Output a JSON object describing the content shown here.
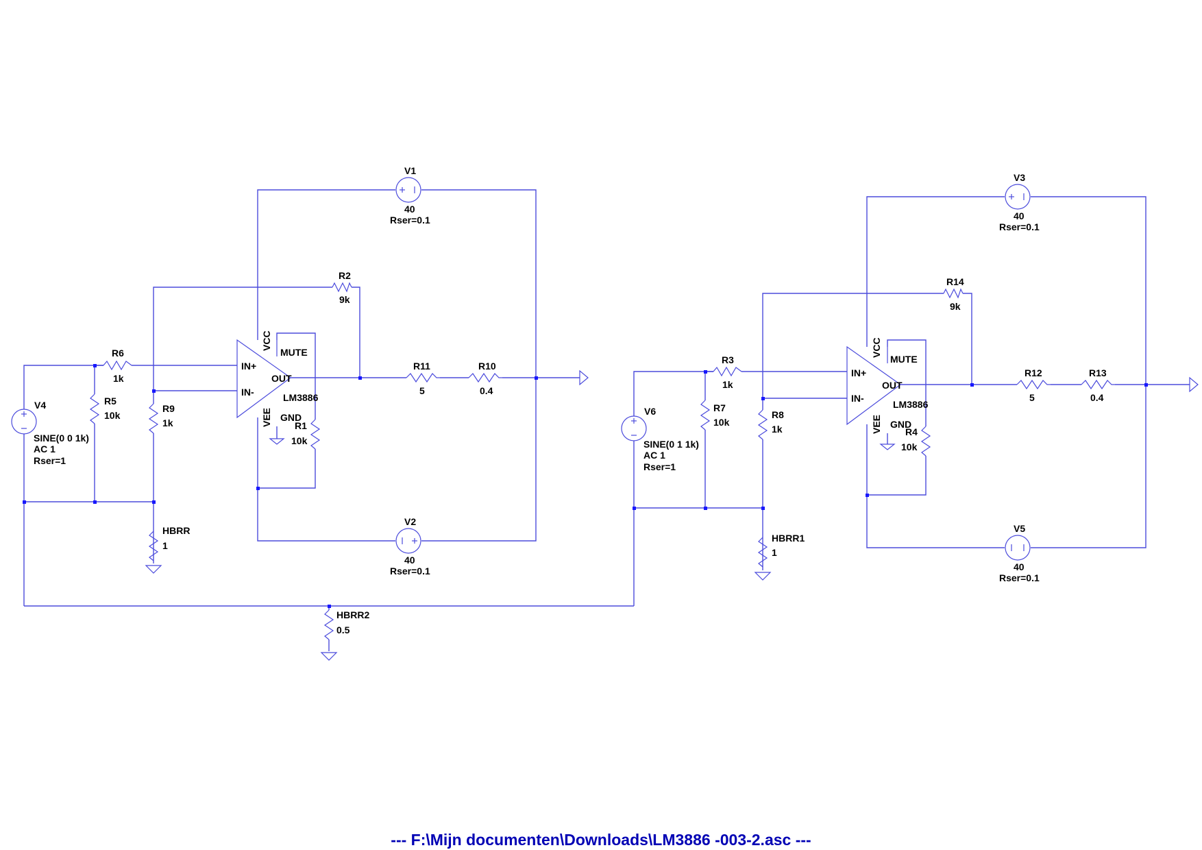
{
  "footer": {
    "filepath": "---  F:\\Mijn documenten\\Downloads\\LM3886 -003-2.asc  ---"
  },
  "circuit1": {
    "v1": {
      "name": "V1",
      "value": "40",
      "rser": "Rser=0.1"
    },
    "v2": {
      "name": "V2",
      "value": "40",
      "rser": "Rser=0.1"
    },
    "v4": {
      "name": "V4",
      "wave": "SINE(0 0 1k)",
      "ac": "AC 1",
      "rser": "Rser=1"
    },
    "r2": {
      "name": "R2",
      "value": "9k"
    },
    "r6": {
      "name": "R6",
      "value": "1k"
    },
    "r5": {
      "name": "R5",
      "value": "10k"
    },
    "r9": {
      "name": "R9",
      "value": "1k"
    },
    "r1": {
      "name": "R1",
      "value": "10k"
    },
    "r11": {
      "name": "R11",
      "value": "5"
    },
    "r10": {
      "name": "R10",
      "value": "0.4"
    },
    "hbrr": {
      "name": "HBRR",
      "value": "1"
    },
    "opamp": {
      "part": "LM3886",
      "vcc": "VCC",
      "vee": "VEE",
      "mute": "MUTE",
      "gnd": "GND",
      "inp": "IN+",
      "inm": "IN-",
      "out": "OUT"
    }
  },
  "circuit2": {
    "v3": {
      "name": "V3",
      "value": "40",
      "rser": "Rser=0.1"
    },
    "v5": {
      "name": "V5",
      "value": "40",
      "rser": "Rser=0.1"
    },
    "v6": {
      "name": "V6",
      "wave": "SINE(0 1 1k)",
      "ac": "AC 1",
      "rser": "Rser=1"
    },
    "r14": {
      "name": "R14",
      "value": "9k"
    },
    "r3": {
      "name": "R3",
      "value": "1k"
    },
    "r7": {
      "name": "R7",
      "value": "10k"
    },
    "r8": {
      "name": "R8",
      "value": "1k"
    },
    "r4": {
      "name": "R4",
      "value": "10k"
    },
    "r12": {
      "name": "R12",
      "value": "5"
    },
    "r13": {
      "name": "R13",
      "value": "0.4"
    },
    "hbrr1": {
      "name": "HBRR1",
      "value": "1"
    },
    "opamp": {
      "part": "LM3886",
      "vcc": "VCC",
      "vee": "VEE",
      "mute": "MUTE",
      "gnd": "GND",
      "inp": "IN+",
      "inm": "IN-",
      "out": "OUT"
    }
  },
  "shared": {
    "hbrr2": {
      "name": "HBRR2",
      "value": "0.5"
    }
  }
}
